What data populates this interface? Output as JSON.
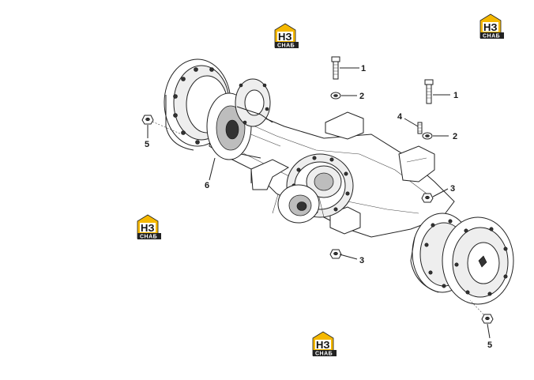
{
  "brand": {
    "logo_top": "НЗ",
    "logo_bottom": "СНАБ",
    "accent_color": "#f5b800",
    "dark_color": "#222222"
  },
  "callouts": [
    "1",
    "2",
    "1",
    "4",
    "2",
    "5",
    "6",
    "3",
    "3",
    "5"
  ]
}
